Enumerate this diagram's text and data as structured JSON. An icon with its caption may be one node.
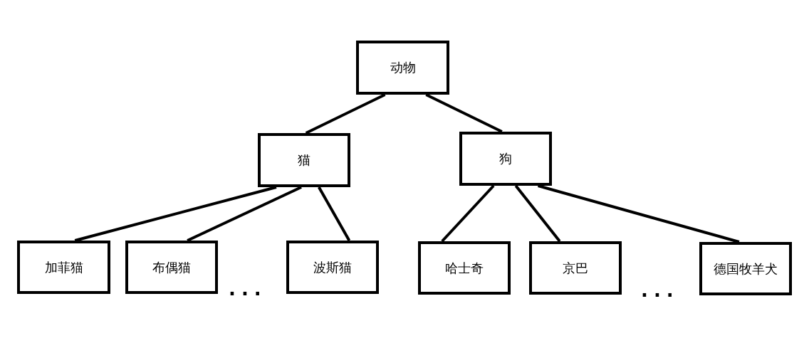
{
  "diagram": {
    "nodes": [
      {
        "text": [
          "动物"
        ]
      },
      {
        "text": [
          "猫"
        ]
      },
      {
        "text": [
          "狗"
        ]
      },
      {
        "text": [
          "加菲猫"
        ]
      },
      {
        "text": [
          "布偶猫"
        ]
      },
      {
        "text": [
          "波斯猫"
        ]
      },
      {
        "text": [
          "哈士奇"
        ]
      },
      {
        "text": [
          "京巴"
        ]
      },
      {
        "text": [
          "德国牧羊犬"
        ]
      }
    ],
    "edges": [
      {
        "from": 0,
        "to": 1,
        "arrow": "none"
      },
      {
        "from": 0,
        "to": 2,
        "arrow": "none"
      },
      {
        "from": 1,
        "to": 3,
        "arrow": "none"
      },
      {
        "from": 1,
        "to": 4,
        "arrow": "none"
      },
      {
        "from": 1,
        "to": 5,
        "arrow": "none"
      },
      {
        "from": 2,
        "to": 6,
        "arrow": "none"
      },
      {
        "from": 2,
        "to": 7,
        "arrow": "none"
      },
      {
        "from": 2,
        "to": 8,
        "arrow": "none"
      }
    ],
    "labels": [
      "...",
      "..."
    ]
  }
}
